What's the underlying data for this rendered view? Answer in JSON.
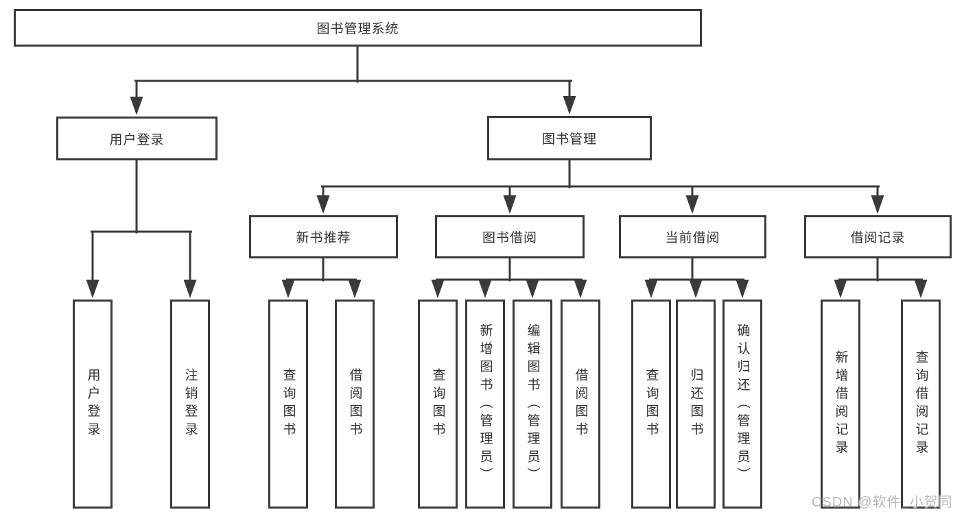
{
  "diagram_type": "functional-module-tree",
  "colors": {
    "line": "#3a3a3a",
    "box_border": "#3a3a3a",
    "box_fill": "#ffffff",
    "text": "#303030",
    "background": "#ffffff",
    "watermark": "#b8b8b8"
  },
  "tree": {
    "label": "图书管理系统",
    "children": [
      {
        "label": "用户登录",
        "children": [
          {
            "label": "用户登录"
          },
          {
            "label": "注销登录"
          }
        ]
      },
      {
        "label": "图书管理",
        "children": [
          {
            "label": "新书推荐",
            "children": [
              {
                "label": "查询图书"
              },
              {
                "label": "借阅图书"
              }
            ]
          },
          {
            "label": "图书借阅",
            "children": [
              {
                "label": "查询图书"
              },
              {
                "label": "新增图书（管理员）"
              },
              {
                "label": "编辑图书（管理员）"
              },
              {
                "label": "借阅图书"
              }
            ]
          },
          {
            "label": "当前借阅",
            "children": [
              {
                "label": "查询图书"
              },
              {
                "label": "归还图书"
              },
              {
                "label": "确认归还（管理员）"
              }
            ]
          },
          {
            "label": "借阅记录",
            "children": [
              {
                "label": "新增借阅记录"
              },
              {
                "label": "查询借阅记录"
              }
            ]
          }
        ]
      }
    ]
  },
  "watermark": {
    "text": "CSDN @软件_小贺同学"
  }
}
